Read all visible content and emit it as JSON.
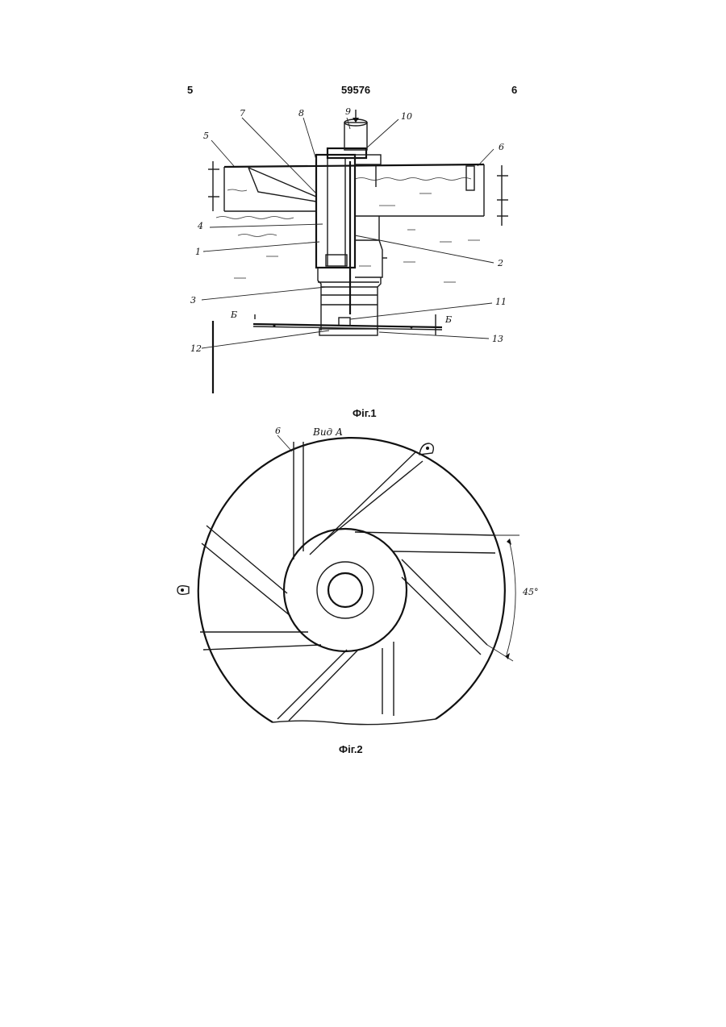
{
  "header": {
    "page_left": "5",
    "patent_number": "59576",
    "page_right": "6"
  },
  "figure1": {
    "caption": "Фіг.1",
    "labels": [
      "1",
      "2",
      "3",
      "4",
      "5",
      "6",
      "7",
      "8",
      "9",
      "10",
      "11",
      "12",
      "13",
      "Б",
      "Б"
    ]
  },
  "figure2": {
    "caption": "Фіг.2",
    "view_label": "Вид А",
    "part_label": "6",
    "angle_label": "45°"
  }
}
